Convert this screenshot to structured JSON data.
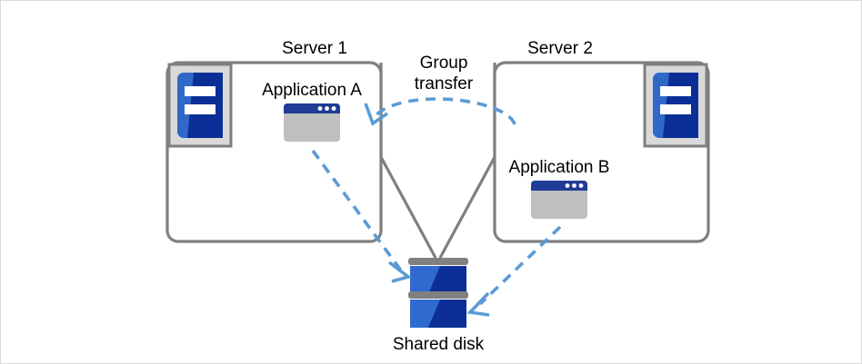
{
  "diagram": {
    "title_note": "Cluster failover group transfer diagram",
    "colors": {
      "frame_gray": "#7f7f7f",
      "icon_frame_gray": "#bfbfbf",
      "icon_blue_light": "#3068c8",
      "icon_blue_dark": "#0b2f96",
      "window_titlebar": "#1f3c96",
      "window_body": "#bfbfbf",
      "arrow_blue": "#5b9bd5",
      "disk_bar_gray": "#808080",
      "canvas_border": "#d9d9d9",
      "text_black": "#000000"
    },
    "servers": [
      {
        "id": "server-1",
        "label": "Server 1",
        "icon_name": "server-icon",
        "app": {
          "label": "Application A",
          "icon_name": "application-window-icon"
        }
      },
      {
        "id": "server-2",
        "label": "Server 2",
        "icon_name": "server-icon",
        "app": {
          "label": "Application B",
          "icon_name": "application-window-icon"
        }
      }
    ],
    "shared_disk": {
      "label": "Shared disk",
      "icon_name": "shared-disk-icon",
      "platter_count": 2
    },
    "group_transfer": {
      "label_line1": "Group",
      "label_line2": "transfer",
      "arrow_name": "group-transfer-arrow",
      "direction": "server-2-to-server-1",
      "style": "dashed"
    },
    "disk_links": [
      {
        "name": "app-a-to-disk-arrow",
        "from": "Application A",
        "to": "Shared disk",
        "style": "dashed"
      },
      {
        "name": "app-b-to-disk-arrow",
        "from": "Application B",
        "to": "Shared disk",
        "style": "dashed"
      }
    ],
    "connectors": [
      {
        "name": "server-1-to-disk-connector",
        "from": "Server 1",
        "to": "Shared disk",
        "style": "solid"
      },
      {
        "name": "server-2-to-disk-connector",
        "from": "Server 2",
        "to": "Shared disk",
        "style": "solid"
      }
    ]
  }
}
